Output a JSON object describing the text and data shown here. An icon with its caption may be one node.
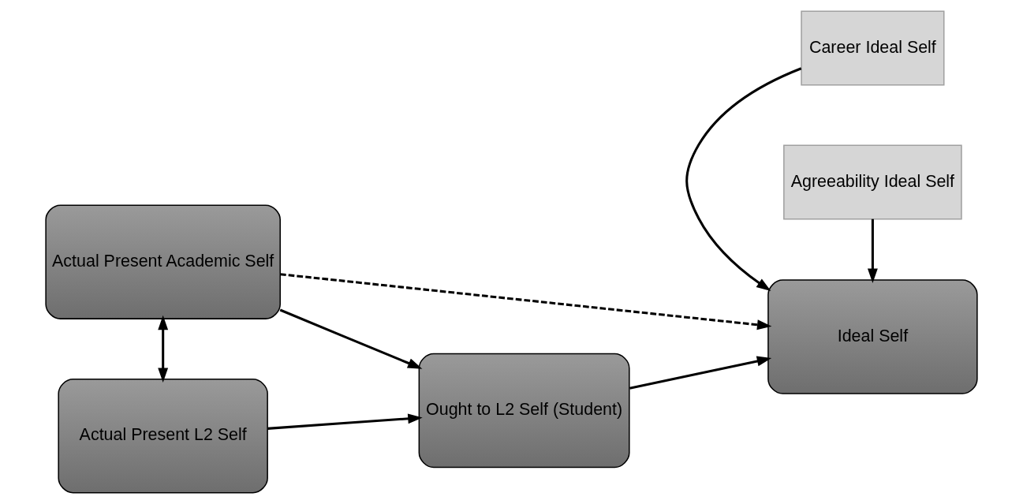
{
  "diagram": {
    "nodes": [
      {
        "text": [
          "Career Ideal Self"
        ]
      },
      {
        "text": [
          "Actual Present Academic Self"
        ]
      },
      {
        "text": [
          "Ideal Self"
        ]
      },
      {
        "text": [
          "Agreeability Ideal Self"
        ]
      },
      {
        "text": [
          "Actual Present L2 Self"
        ]
      },
      {
        "text": [
          "Ought to L2 Self (Student)"
        ]
      }
    ],
    "edges": [
      {
        "from": 0,
        "to": 2,
        "arrow": "to"
      },
      {
        "from": 1,
        "to": 2,
        "arrow": "to",
        "style": "dashed"
      },
      {
        "from": 1,
        "to": 5,
        "arrow": "to"
      },
      {
        "from": 5,
        "to": 2,
        "arrow": "to"
      },
      {
        "from": 3,
        "to": 2,
        "arrow": "to"
      },
      {
        "from": 1,
        "to": 4,
        "arrow": "both"
      },
      {
        "from": 4,
        "to": 5,
        "arrow": "to"
      }
    ]
  }
}
